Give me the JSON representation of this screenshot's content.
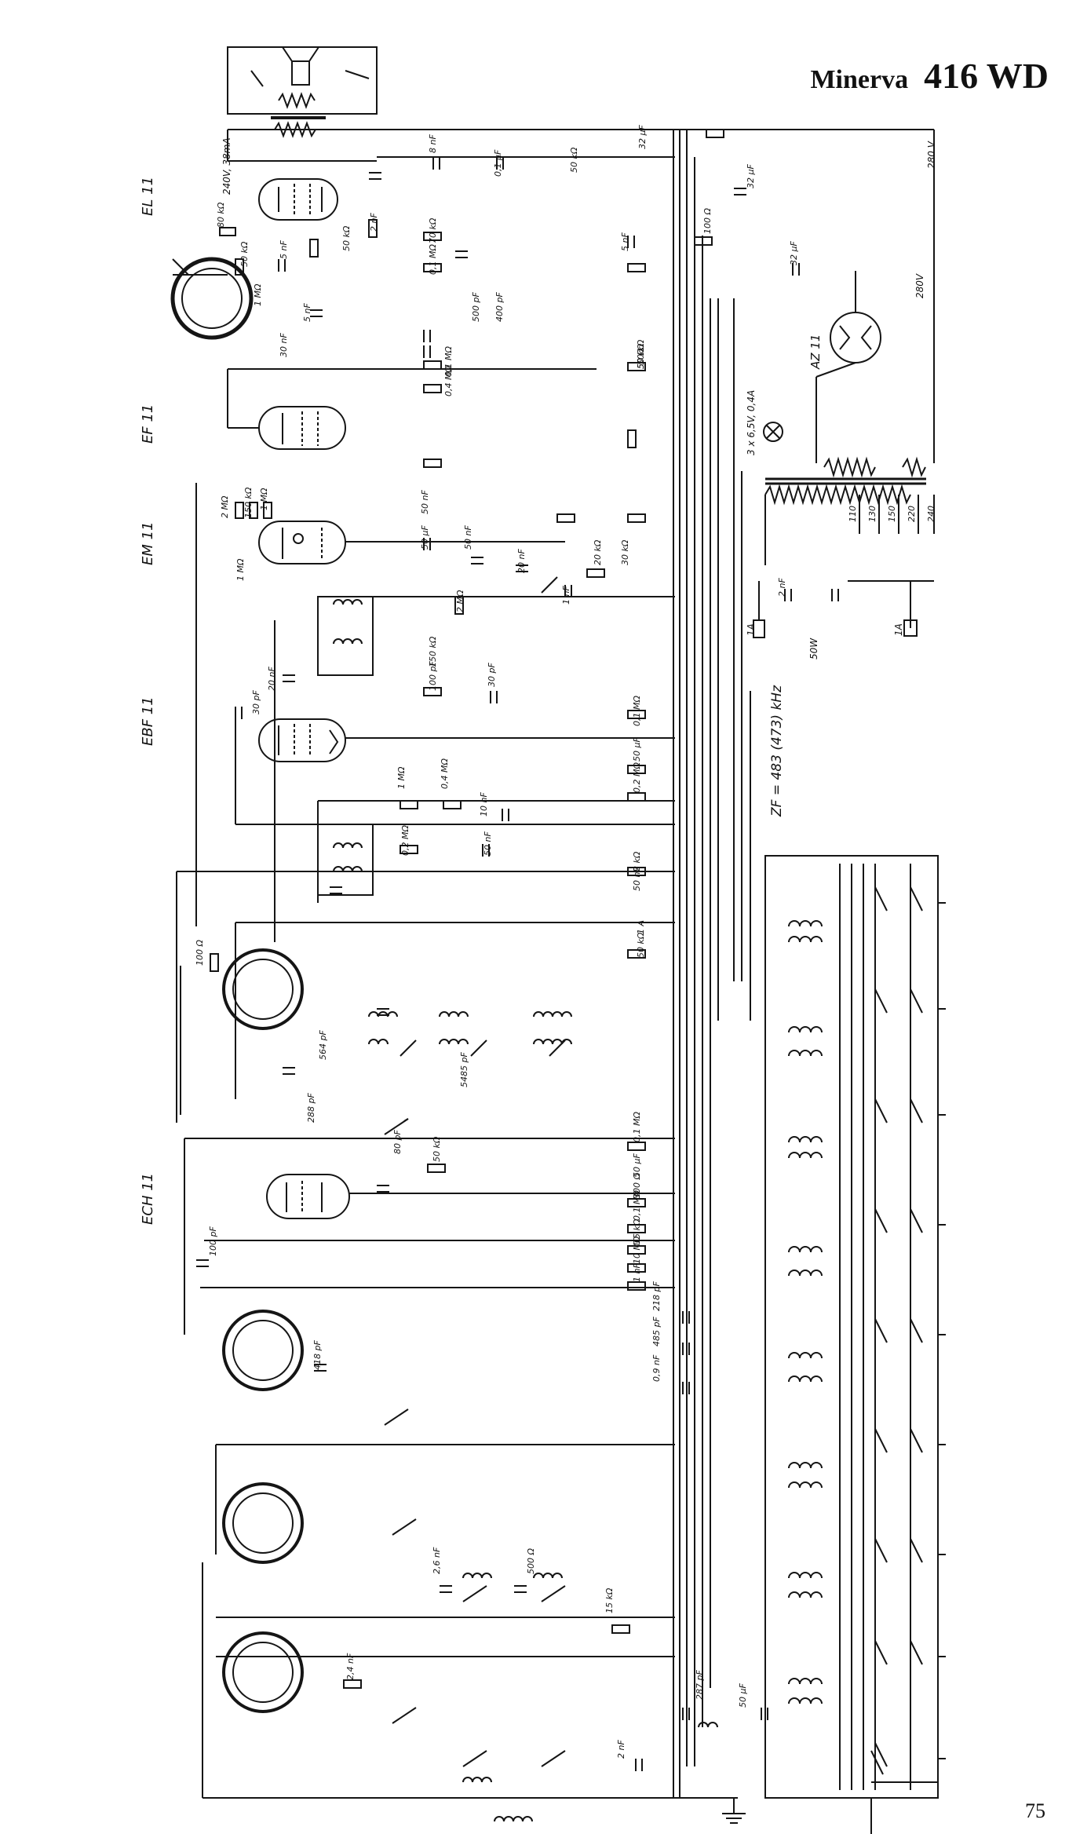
{
  "header": {
    "brand": "Minerva",
    "model": "416 WD"
  },
  "page_number": "75",
  "tubes": {
    "el11": "EL 11",
    "ef11": "EF 11",
    "em11": "EM 11",
    "ebf11": "EBF 11",
    "ech11": "ECH 11",
    "az11": "AZ 11"
  },
  "annotations": {
    "if_frequency": "ZF = 483 (473) kHz",
    "supply_current": "240V, 38mA",
    "heater": "3 x 6,5V, 0,4A",
    "fuse_primary": "1A",
    "fuse_mains": "1A",
    "power": "50W",
    "hv_280_a": "280 V",
    "hv_280_b": "280V"
  },
  "component_values": [
    "80 kΩ",
    "50 kΩ",
    "1 MΩ",
    "5 nF",
    "50 kΩ",
    "2 nF",
    "8 nF",
    "0,1 μF",
    "50 kΩ",
    "32 μF",
    "50 Ω",
    "70 kΩ",
    "0,1 MΩ",
    "5 nF",
    "100 Ω",
    "32 μF",
    "32 μF",
    "30 nF",
    "5 nF",
    "500 pF",
    "400 pF",
    "50 kΩ",
    "0,1 MΩ",
    "0,4 MΩ",
    "50 kΩ",
    "2 MΩ",
    "150 kΩ",
    "1 MΩ",
    "1 MΩ",
    "50 nF",
    "50 μF",
    "50 nF",
    "20 nF",
    "1 nF",
    "20 kΩ",
    "30 kΩ",
    "2 MΩ",
    "150 kΩ",
    "100 pF",
    "20 nF",
    "30 pF",
    "30 pF",
    "0,1 MΩ",
    "50 μF",
    "0,2 MΩ",
    "1 MΩ",
    "0,4 MΩ",
    "10 nF",
    "50 nF",
    "0,2 MΩ",
    "2 kΩ",
    "50 nF",
    "1 A",
    "50 kΩ",
    "100 Ω",
    "564 pF",
    "5485 pF",
    "288 pF",
    "80 pF",
    "50 kΩ",
    "0,1 MΩ",
    "50 μF",
    "300 Ω",
    "0,1 MΩ",
    "15 kΩ",
    "10 MΩ",
    "1 nF",
    "100 pF",
    "418 pF",
    "218 pF",
    "485 pF",
    "0,9 nF",
    "2,6 nF",
    "500 Ω",
    "15 kΩ",
    "2,4 nF",
    "287 pF",
    "50 μF",
    "2 nF",
    "2 nF"
  ],
  "mains_taps": [
    "110",
    "130",
    "150",
    "220",
    "240"
  ],
  "colors": {
    "ink": "#151515",
    "paper": "#ffffff"
  }
}
